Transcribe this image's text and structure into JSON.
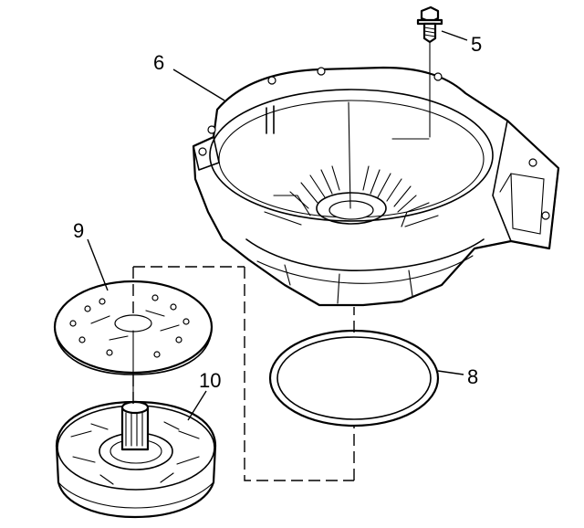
{
  "callouts": [
    {
      "id": "5",
      "text": "5"
    },
    {
      "id": "6",
      "text": "6"
    },
    {
      "id": "8",
      "text": "8"
    },
    {
      "id": "9",
      "text": "9"
    },
    {
      "id": "10",
      "text": "10"
    }
  ],
  "colors": {
    "ink": "#000000",
    "paper": "#ffffff"
  }
}
